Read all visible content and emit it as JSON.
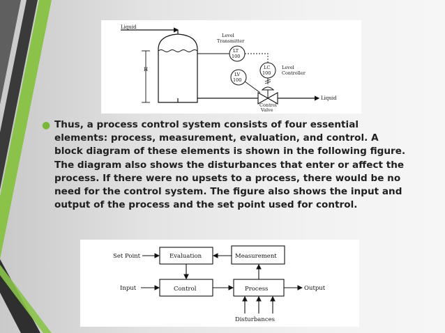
{
  "colors": {
    "stripe_green": "#8bc34a",
    "stripe_dark": "#3a3a3a",
    "bullet": "#7ab83a",
    "text": "#1f1f1f"
  },
  "top_figure": {
    "liquid_in": "Liquid",
    "level_transmitter": [
      "Level",
      "Transmitter"
    ],
    "lt": [
      "LT",
      "100"
    ],
    "lc": [
      "LC",
      "100"
    ],
    "lv": [
      "LV",
      "100"
    ],
    "level_controller": [
      "Level",
      "Controller"
    ],
    "height_label": "H",
    "liquid_out": "Liquid",
    "control_valve": [
      "Control",
      "Valve"
    ]
  },
  "bullet": {
    "icon": "bullet-dot",
    "lines": [
      "Thus, a process control system consists of four essential",
      "elements: process, measurement, evaluation, and control. A",
      "block diagram of these elements is shown in the following figure.",
      "The diagram also shows the disturbances that enter or affect the",
      "process. If there were no upsets to a process, there would be no",
      "need for the control system. The figure also shows the input and",
      "output of the process and the set point used for control."
    ]
  },
  "block_diagram": {
    "set_point": "Set Point",
    "evaluation": "Evaluation",
    "measurement": "Measurement",
    "input": "Input",
    "control": "Control",
    "process": "Process",
    "output": "Output",
    "disturbances": "Disturbances"
  }
}
